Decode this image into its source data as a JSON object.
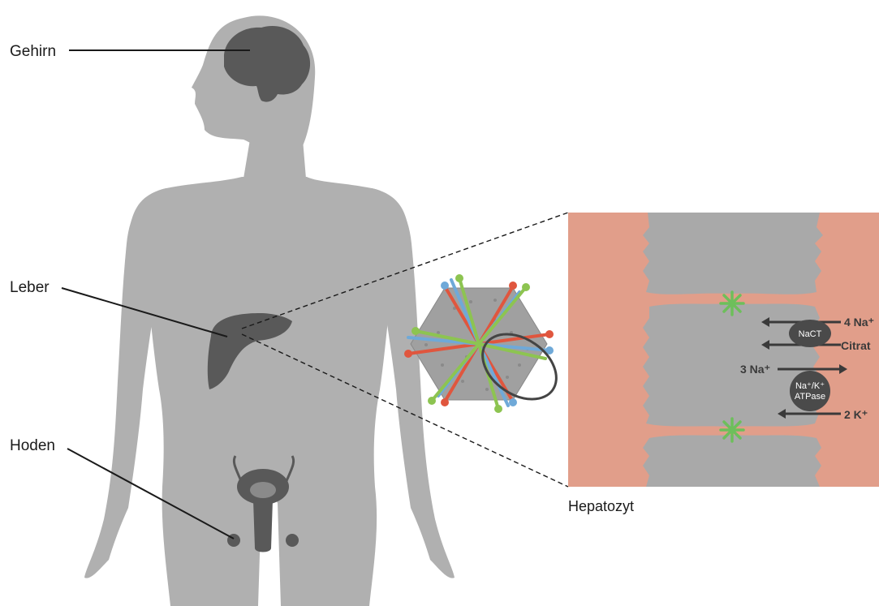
{
  "labels": {
    "brain": "Gehirn",
    "liver": "Leber",
    "testes": "Hoden",
    "hepatocyte": "Hepatozyt"
  },
  "transport": {
    "ion_4na": "4 Na⁺",
    "nact": "NaCT",
    "citrate": "Citrat",
    "ion_3na": "3 Na⁺",
    "atpase_line1": "Na⁺/K⁺",
    "atpase_line2": "ATPase",
    "ion_2k": "2 K⁺"
  },
  "colors": {
    "silhouette": "#b0b0b0",
    "organ": "#595959",
    "blood": "#e19e8a",
    "cell": "#a9a9a9",
    "bile_canaliculus": "#6dbf5b",
    "lobule_red": "#e0563e",
    "lobule_blue": "#6fa9d8",
    "lobule_green": "#8dc451"
  }
}
